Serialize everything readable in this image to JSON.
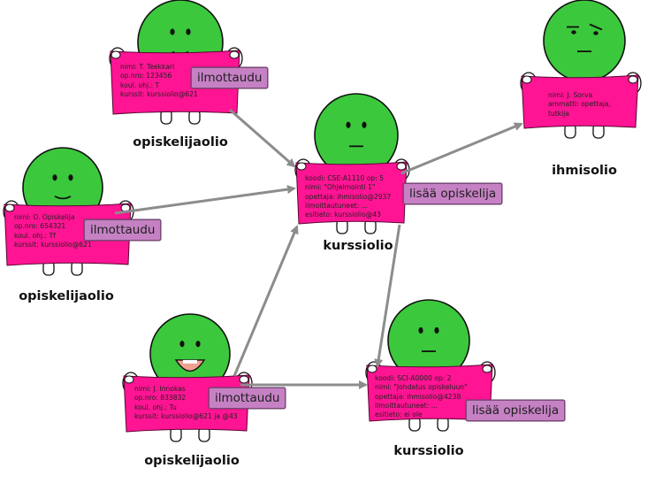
{
  "colors": {
    "head": "#3cc83c",
    "sign": "#ff1493",
    "method": "#c581c3",
    "arrow": "#8c8c8c",
    "mouth_open": "#f0a090"
  },
  "objects": [
    {
      "id": "student1",
      "face": "smile",
      "caption": "opiskelijaolio",
      "lines": [
        "nimi: T. Teekkari",
        "op.nro: 123456",
        "koul. ohj.: T",
        "kurssit: kurssiolio@621"
      ],
      "method": "ilmottaudu"
    },
    {
      "id": "student2",
      "face": "smile",
      "caption": "opiskelijaolio",
      "lines": [
        "nimi: O. Opiskelija",
        "op.nro: 654321",
        "koul. ohj.: Tf",
        "kurssit: kurssiolio@621"
      ],
      "method": "ilmottaudu"
    },
    {
      "id": "student3",
      "face": "open",
      "caption": "opiskelijaolio",
      "lines": [
        "nimi: J. Innokas",
        "op.nro: 833832",
        "koul. ohj.: Tu",
        "kurssit: kurssiolio@621 ja @43"
      ],
      "method": "ilmottaudu"
    },
    {
      "id": "course1",
      "face": "neutral",
      "caption": "kurssiolio",
      "lines": [
        "koodi:  CSE-A1110        op: 5",
        "nimi: \"Ohjelmointi 1\"",
        "opettaja: ihmisolio@2937",
        "ilmoittautuneet: ...",
        "esitieto: kurssiolio@43"
      ],
      "method": "lisää opiskelija"
    },
    {
      "id": "course2",
      "face": "neutral",
      "caption": "kurssiolio",
      "lines": [
        "koodi:  SCI-A0000           op: 2",
        "nimi: \"Johdatus opiskeluun\"",
        "opettaja: ihmisolio@4238",
        "ilmoittautuneet: ...",
        "esitieto: ei ole"
      ],
      "method": "lisää opiskelija"
    },
    {
      "id": "person",
      "face": "skeptic",
      "caption": "ihmisolio",
      "lines": [
        "nimi: J. Sorva",
        "ammatti: opettaja,",
        "tutkija"
      ],
      "method": ""
    }
  ]
}
